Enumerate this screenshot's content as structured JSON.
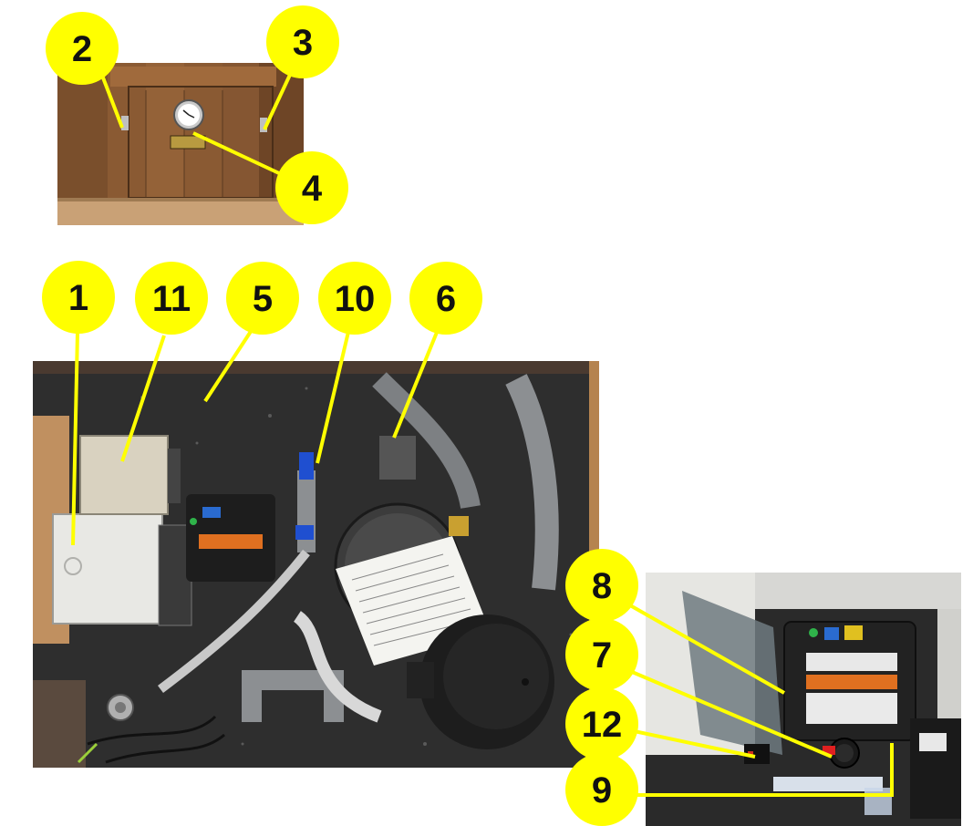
{
  "callouts": [
    {
      "id": "c2",
      "label": "2"
    },
    {
      "id": "c3",
      "label": "3"
    },
    {
      "id": "c4",
      "label": "4"
    },
    {
      "id": "c1",
      "label": "1"
    },
    {
      "id": "c11",
      "label": "11"
    },
    {
      "id": "c5",
      "label": "5"
    },
    {
      "id": "c10",
      "label": "10"
    },
    {
      "id": "c6",
      "label": "6"
    },
    {
      "id": "c8",
      "label": "8"
    },
    {
      "id": "c7",
      "label": "7"
    },
    {
      "id": "c12",
      "label": "12"
    },
    {
      "id": "c9",
      "label": "9"
    }
  ],
  "colors": {
    "badge_fill": "#ffff00",
    "badge_text": "#111111",
    "leader_line": "#ffff00",
    "wood": "#8a5a33",
    "bay_floor": "#3a3a3a",
    "pipe_gray": "#8c8f92",
    "housing_black": "#1d1d1d",
    "enclosure_white": "#e8e8e4"
  }
}
